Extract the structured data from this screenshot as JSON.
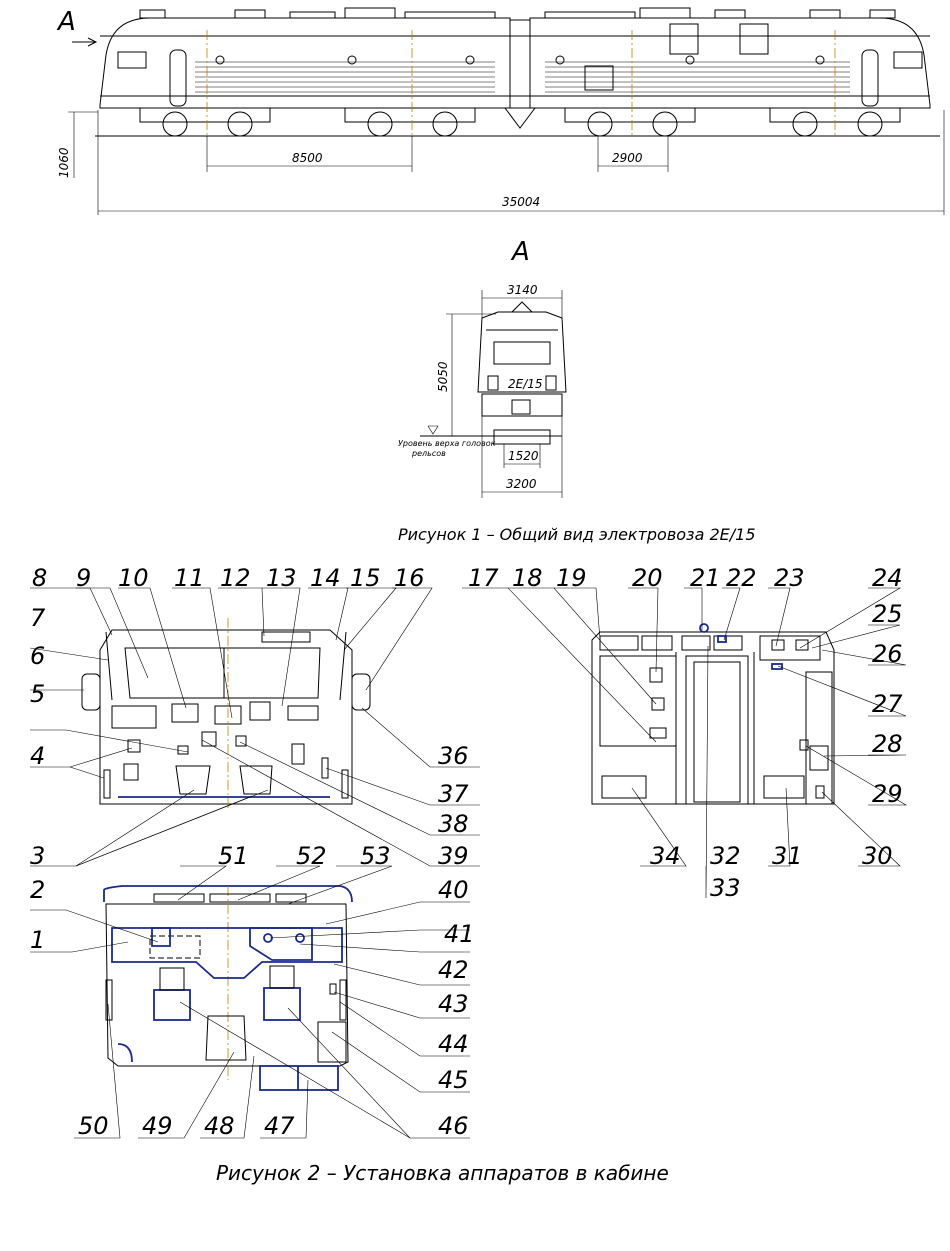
{
  "view_letter_top": "А",
  "view_letter_front": "А",
  "dimensions": {
    "height_buffer": "1060",
    "bogie_base": "8500",
    "axle_base": "2900",
    "length": "35004",
    "front_width_top": "3140",
    "height_total": "5050",
    "gauge": "1520",
    "front_width_bottom": "3200"
  },
  "rail_level_note": [
    "Уровень верха головок",
    "рельсов"
  ],
  "front_plate": "2Е/15",
  "caption_figure1": "Рисунок 1 – Общий вид электровоза 2Е/15",
  "caption_figure2": "Рисунок 2 – Установка аппаратов в кабине",
  "callouts": {
    "n1": "1",
    "n2": "2",
    "n3": "3",
    "n4": "4",
    "n5": "5",
    "n6": "6",
    "n7": "7",
    "n8": "8",
    "n9": "9",
    "n10": "10",
    "n11": "11",
    "n12": "12",
    "n13": "13",
    "n14": "14",
    "n15": "15",
    "n16": "16",
    "n17": "17",
    "n18": "18",
    "n19": "19",
    "n20": "20",
    "n21": "21",
    "n22": "22",
    "n23": "23",
    "n24": "24",
    "n25": "25",
    "n26": "26",
    "n27": "27",
    "n28": "28",
    "n29": "29",
    "n30": "30",
    "n31": "31",
    "n32": "32",
    "n33": "33",
    "n34": "34",
    "n36": "36",
    "n37": "37",
    "n38": "38",
    "n39": "39",
    "n40": "40",
    "n41": "41",
    "n42": "42",
    "n43": "43",
    "n44": "44",
    "n45": "45",
    "n46": "46",
    "n47": "47",
    "n48": "48",
    "n49": "49",
    "n50": "50",
    "n51": "51",
    "n52": "52",
    "n53": "53"
  }
}
